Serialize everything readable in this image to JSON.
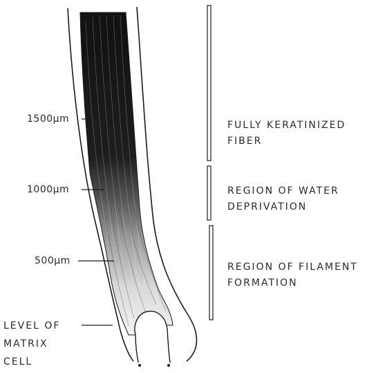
{
  "depth_labels": {
    "d1500": "1500µm",
    "d1000": "1000µm",
    "d500": "500µm"
  },
  "matrix_label": {
    "line1": "LEVEL OF",
    "line2": "MATRIX",
    "line3": "CELL"
  },
  "regions": [
    {
      "line1": "FULLY KERATINIZED",
      "line2": "FIBER"
    },
    {
      "line1": "REGION OF WATER",
      "line2": "DEPRIVATION"
    },
    {
      "line1": "REGION OF FILAMENT",
      "line2": "FORMATION"
    }
  ],
  "colors": {
    "ink": "#1a1a1a",
    "text": "#2a2a2a",
    "background": "#ffffff"
  }
}
